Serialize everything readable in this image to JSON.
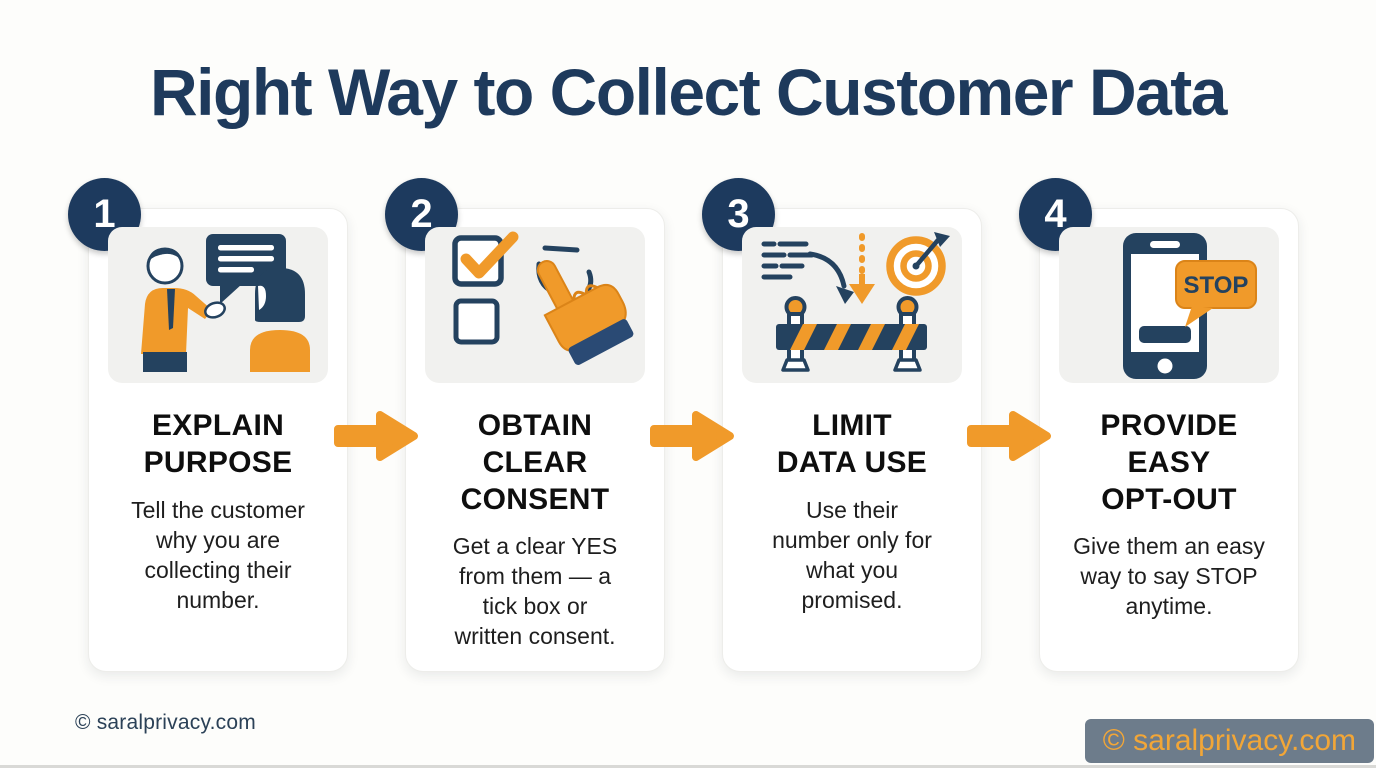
{
  "title": "Right Way to Collect Customer Data",
  "steps": [
    {
      "number": "1",
      "heading": "EXPLAIN\nPURPOSE",
      "body": "Tell the customer\nwhy you are\ncollecting their\nnumber.",
      "icon": "conversation-icon"
    },
    {
      "number": "2",
      "heading": "OBTAIN\nCLEAR\nCONSENT",
      "body": "Get a clear YES\nfrom them — a\ntick box or\nwritten consent.",
      "icon": "consent-checklist-icon"
    },
    {
      "number": "3",
      "heading": "LIMIT\nDATA USE",
      "body": "Use their\nnumber only for\nwhat you\npromised.",
      "icon": "barrier-limit-icon"
    },
    {
      "number": "4",
      "heading": "PROVIDE\nEASY\nOPT-OUT",
      "body": "Give them an easy\nway to say STOP\nanytime.",
      "icon": "phone-stop-icon",
      "icon_label": "STOP"
    }
  ],
  "footer": {
    "left": "© saralprivacy.com",
    "right": "© saralprivacy.com"
  },
  "colors": {
    "navy": "#1E3A5C",
    "icon_navy": "#24425F",
    "orange": "#F09A2A",
    "heading_text": "#0E0E0E",
    "body_text": "#1E1E1E",
    "tile_bg": "#F1F1EF",
    "watermark_bg": "#6D7C8B",
    "watermark_text": "#F2A637"
  }
}
